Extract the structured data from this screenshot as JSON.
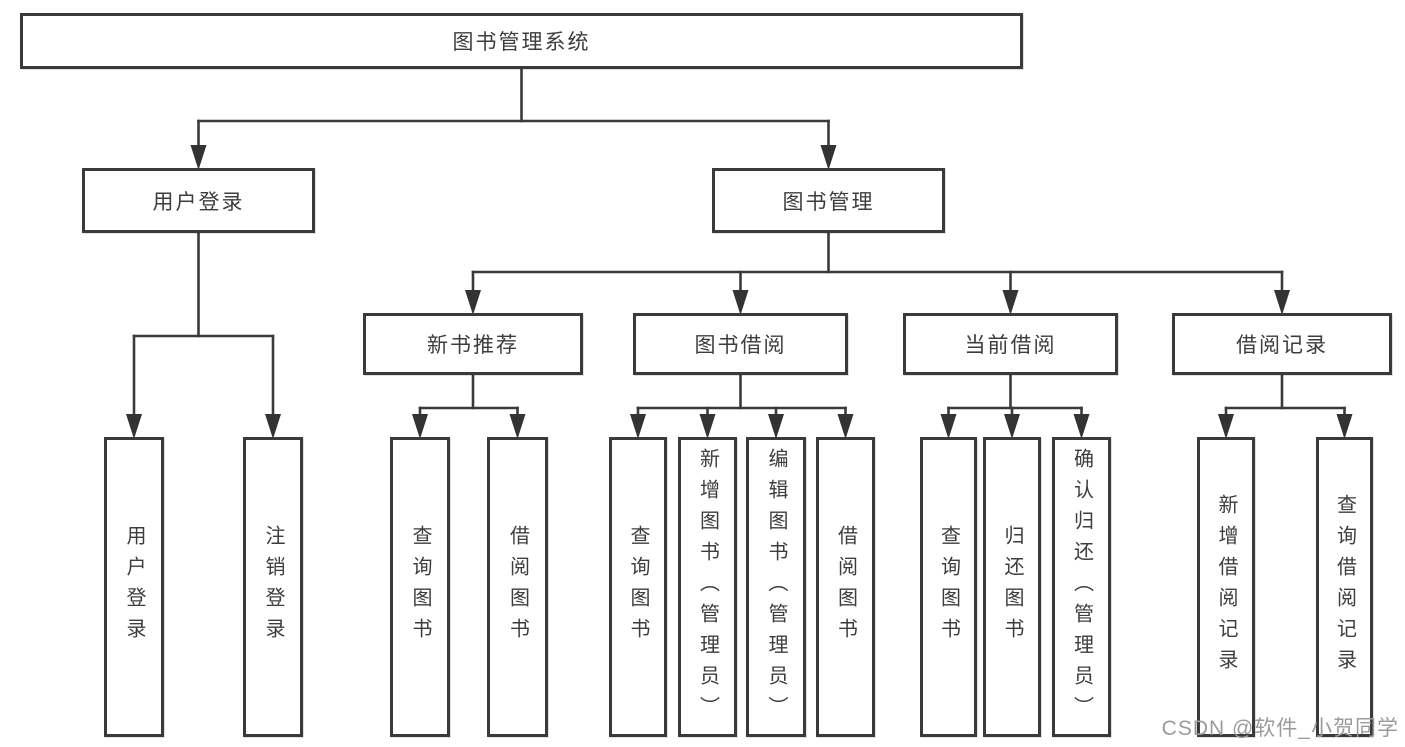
{
  "diagram": {
    "watermark": "CSDN @软件_小贺同学",
    "colors": {
      "line": "#3a3a3a",
      "arrow": "#333333",
      "box_border": "#3a3a3a",
      "box_fill": "#ffffff",
      "text": "#3d3d3d",
      "watermark": "#9b9b9b",
      "background": "#ffffff"
    },
    "tree": {
      "id": "root",
      "label": "图书管理系统",
      "children": [
        {
          "id": "user-login",
          "label": "用户登录",
          "children": [
            {
              "id": "user-login-leaf",
              "label": "用户登录",
              "vertical": true
            },
            {
              "id": "logout-leaf",
              "label": "注销登录",
              "vertical": true
            }
          ]
        },
        {
          "id": "book-management",
          "label": "图书管理",
          "children": [
            {
              "id": "new-book-recommend",
              "label": "新书推荐",
              "children": [
                {
                  "id": "nb-query-books",
                  "label": "查询图书",
                  "vertical": true
                },
                {
                  "id": "nb-borrow-books",
                  "label": "借阅图书",
                  "vertical": true
                }
              ]
            },
            {
              "id": "book-borrowing",
              "label": "图书借阅",
              "children": [
                {
                  "id": "bb-query-books",
                  "label": "查询图书",
                  "vertical": true
                },
                {
                  "id": "bb-add-books",
                  "label": "新增图书（管理员）",
                  "vertical": true
                },
                {
                  "id": "bb-edit-books",
                  "label": "编辑图书（管理员）",
                  "vertical": true
                },
                {
                  "id": "bb-borrow-books",
                  "label": "借阅图书",
                  "vertical": true
                }
              ]
            },
            {
              "id": "current-borrowing",
              "label": "当前借阅",
              "children": [
                {
                  "id": "cb-query-books",
                  "label": "查询图书",
                  "vertical": true
                },
                {
                  "id": "cb-return-books",
                  "label": "归还图书",
                  "vertical": true
                },
                {
                  "id": "cb-confirm-return",
                  "label": "确认归还（管理员）",
                  "vertical": true
                }
              ]
            },
            {
              "id": "borrow-records",
              "label": "借阅记录",
              "children": [
                {
                  "id": "br-add-record",
                  "label": "新增借阅记录",
                  "vertical": true
                },
                {
                  "id": "br-query-record",
                  "label": "查询借阅记录",
                  "vertical": true
                }
              ]
            }
          ]
        }
      ]
    }
  }
}
